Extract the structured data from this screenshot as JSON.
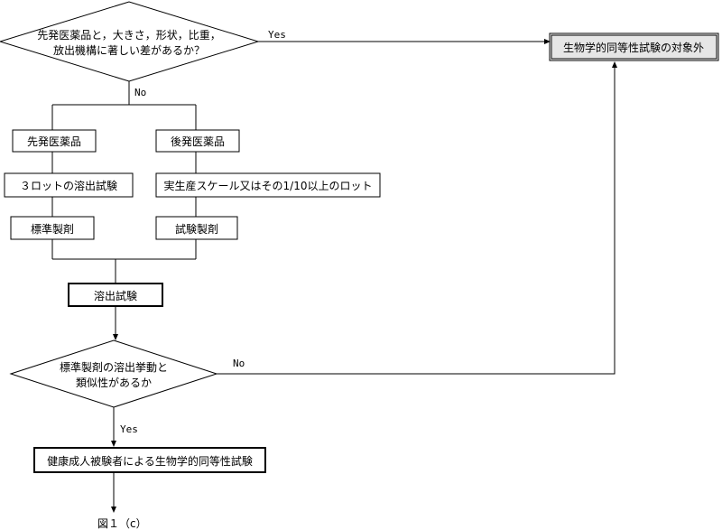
{
  "decision1": {
    "line1": "先発医薬品と，大きさ，形状，比重，",
    "line2": "放出機構に著しい差があるか？"
  },
  "decision1_yes": "Yes",
  "decision1_no": "No",
  "excluded": "生物学的同等性試験の対象外",
  "reference_drug": "先発医薬品",
  "generic_drug": "後発医薬品",
  "reference_lots": "３ロットの溶出試験",
  "generic_lots": "実生産スケール又はその1/10以上のロット",
  "standard_prep": "標準製剤",
  "test_prep": "試験製剤",
  "dissolution_test": "溶出試験",
  "decision2": {
    "line1": "標準製剤の溶出挙動と",
    "line2": "類似性があるか"
  },
  "decision2_no": "No",
  "decision2_yes": "Yes",
  "be_study": "健康成人被験者による生物学的同等性試験",
  "figure_caption": "図１（c）"
}
